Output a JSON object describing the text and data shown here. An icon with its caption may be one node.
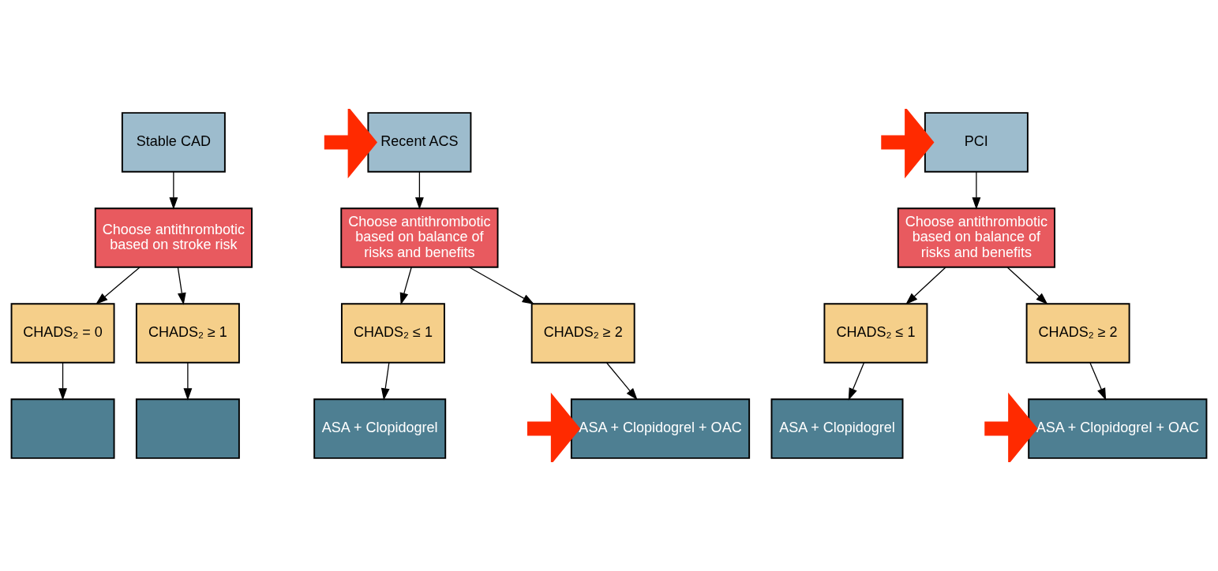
{
  "diagram": {
    "nodes": [
      {
        "text": [
          "Stable CAD"
        ]
      },
      {
        "text": [
          "Recent ACS"
        ]
      },
      {
        "text": [
          "PCI"
        ]
      },
      {
        "text": [
          "Choose antithrombotic based on stroke risk"
        ]
      },
      {
        "text": [
          "Choose antithrombotic based on balance of risks and benefits"
        ]
      },
      {
        "text": [
          "Choose antithrombotic based on balance of risks and benefits"
        ]
      },
      {
        "text": [
          "CHADS₂ = 0"
        ]
      },
      {
        "text": [
          "CHADS₂ ≥ 1"
        ]
      },
      {
        "text": [
          "CHADS₂ ≤ 1"
        ]
      },
      {
        "text": [
          "CHADS₂ ≥ 2"
        ]
      },
      {
        "text": [
          "CHADS₂ ≤ 1"
        ]
      },
      {
        "text": [
          "CHADS₂ ≥ 2"
        ]
      },
      {
        "text": [],
        "shape": "box"
      },
      {
        "text": [],
        "shape": "box"
      },
      {
        "text": [
          "ASA + Clopidogrel"
        ]
      },
      {
        "text": [
          "ASA + Clopidogrel + OAC"
        ]
      },
      {
        "text": [
          "ASA + Clopidogrel"
        ]
      },
      {
        "text": [
          "ASA + Clopidogrel + OAC"
        ]
      }
    ],
    "edges": [
      {
        "from": 0,
        "to": 3,
        "arrow": "to"
      },
      {
        "from": 1,
        "to": 4,
        "arrow": "to"
      },
      {
        "from": 2,
        "to": 5,
        "arrow": "to"
      },
      {
        "from": 3,
        "to": 6,
        "arrow": "to"
      },
      {
        "from": 3,
        "to": 7,
        "arrow": "to"
      },
      {
        "from": 4,
        "to": 8,
        "arrow": "to"
      },
      {
        "from": 4,
        "to": 9,
        "arrow": "to"
      },
      {
        "from": 5,
        "to": 10,
        "arrow": "to"
      },
      {
        "from": 5,
        "to": 11,
        "arrow": "to"
      },
      {
        "from": 6,
        "to": 12,
        "arrow": "to"
      },
      {
        "from": 7,
        "to": 13,
        "arrow": "to"
      },
      {
        "from": 8,
        "to": 14,
        "arrow": "to"
      },
      {
        "from": 9,
        "to": 15,
        "arrow": "to"
      },
      {
        "from": 10,
        "to": 16,
        "arrow": "to"
      },
      {
        "from": 11,
        "to": 17,
        "arrow": "to"
      },
      {
        "from": null,
        "to": 1,
        "arrow": "to",
        "style": "thick",
        "color": "#ff2a00"
      },
      {
        "from": null,
        "to": 2,
        "arrow": "to",
        "style": "thick",
        "color": "#ff2a00"
      },
      {
        "from": null,
        "to": 15,
        "arrow": "to",
        "style": "thick",
        "color": "#ff2a00"
      },
      {
        "from": null,
        "to": 17,
        "arrow": "to",
        "style": "thick",
        "color": "#ff2a00"
      }
    ]
  }
}
